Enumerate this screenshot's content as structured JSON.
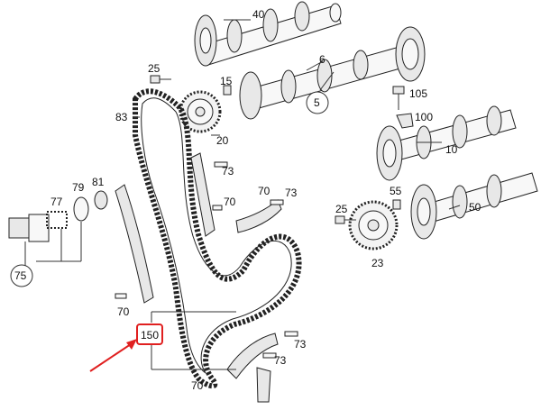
{
  "labels": {
    "p40": "40",
    "p6": "6",
    "p25a": "25",
    "p15": "15",
    "p5": "5",
    "p105": "105",
    "p100": "100",
    "p83": "83",
    "p20": "20",
    "p10": "10",
    "p73a": "73",
    "p81": "81",
    "p79": "79",
    "p77": "77",
    "p70a": "70",
    "p73b": "73",
    "p70b": "70",
    "p55": "55",
    "p25b": "25",
    "p50": "50",
    "p23": "23",
    "p75": "75",
    "p70c": "70",
    "p150": "150",
    "p73c": "73",
    "p73d": "73",
    "p70d": "70"
  },
  "colors": {
    "highlight": "#e02020",
    "line": "#222222",
    "shade": "#e8e8e8"
  }
}
